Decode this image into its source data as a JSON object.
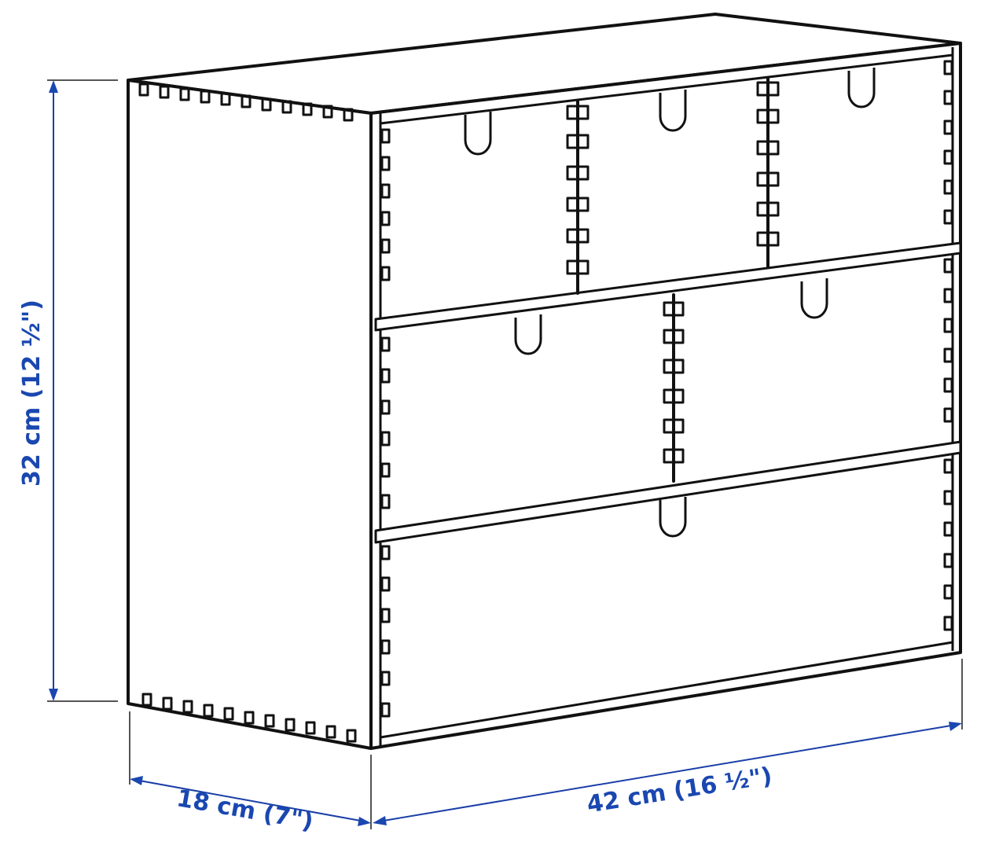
{
  "diagram": {
    "subject": "3-row mini chest of drawers with finger-jointed sides",
    "drawers": {
      "top_row": 3,
      "middle_row": 2,
      "bottom_row": 1
    },
    "colors": {
      "line": "#111111",
      "dimension": "#1a47b0",
      "background": "#ffffff"
    }
  },
  "dimensions": {
    "height": {
      "label": "32 cm (12 ½\")",
      "value_cm": 32,
      "value_in": "12 ½"
    },
    "depth": {
      "label": "18 cm (7\")",
      "value_cm": 18,
      "value_in": "7"
    },
    "width": {
      "label": "42 cm (16 ½\")",
      "value_cm": 42,
      "value_in": "16 ½"
    }
  }
}
